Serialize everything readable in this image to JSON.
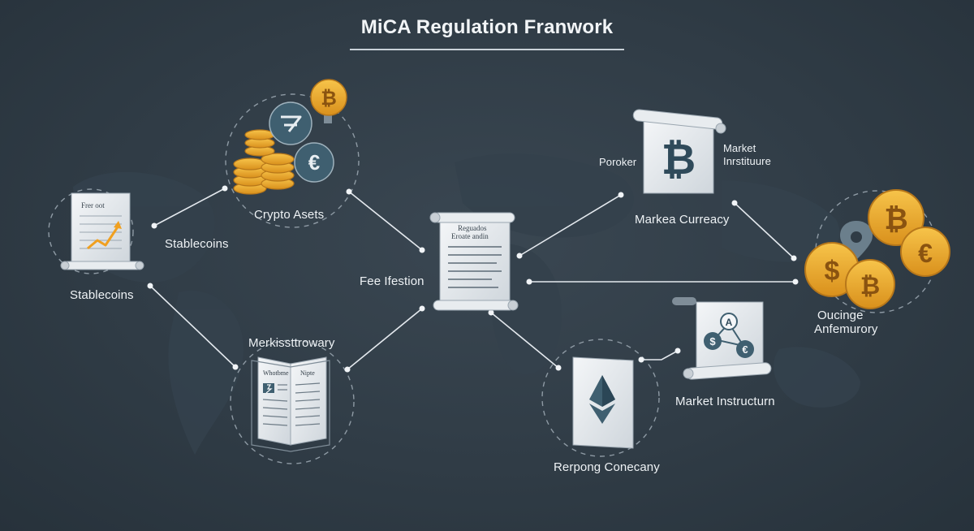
{
  "title": "MiCA Regulation Franwork",
  "nodes": {
    "stablecoins_doc": {
      "label": "Stablecoins",
      "doc_text": "Frer oot"
    },
    "crypto_assets": {
      "label": "Crypto Asets"
    },
    "stablecoins_side": {
      "label": "Stablecoins"
    },
    "fee_center": {
      "label": "Fee Ifestion",
      "doc_line_1": "Reguados",
      "doc_line_2": "Eroate andin"
    },
    "market_book": {
      "label": "Merkissttrowary",
      "left_page": "Whotbme",
      "right_page": "Nipte"
    },
    "poroker": {
      "label": "Poroker"
    },
    "market_instituture": {
      "label_line_1": "Market",
      "label_line_2": "Inrstituure"
    },
    "market_currency": {
      "label": "Markea Curreacy"
    },
    "coins_right": {
      "label_line_1": "Oucinge",
      "label_line_2": "Anfemurory"
    },
    "market_instructurn": {
      "label": "Market Instructurn"
    },
    "ethereum_doc": {
      "label": "Rerpong Conecany"
    }
  },
  "colors": {
    "background": "#2f3b45",
    "line": "#e4e9ee",
    "dashed_circle": "#8e9aa4",
    "coin": "#e7a627",
    "coin_dark": "#b7771a",
    "icon_blue": "#3f5f70",
    "accent_orange": "#f0a020"
  },
  "icons": [
    "line-chart-icon",
    "bitcoin-icon",
    "euro-icon",
    "dollar-icon",
    "ethereum-icon",
    "location-pin-icon"
  ]
}
